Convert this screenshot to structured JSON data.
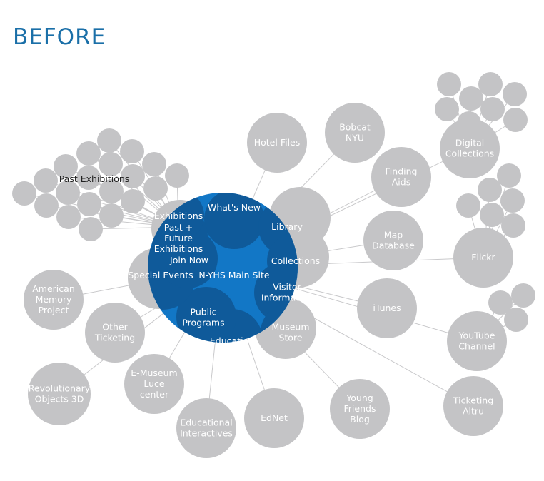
{
  "title": "BEFORE",
  "colors": {
    "title": "#1a6fa8",
    "node": "#c4c4c6",
    "line": "#c9c9cb",
    "main_fill": "#1277c6",
    "main_overlap": "#0f4f88",
    "label_light": "#ffffff",
    "label_dark": "#222222"
  },
  "main_site": {
    "label": "N-YHS Main Site",
    "sections": [
      {
        "id": "whats-new",
        "label": "What's New"
      },
      {
        "id": "library",
        "label": "Library"
      },
      {
        "id": "collections",
        "label": "Collections"
      },
      {
        "id": "visitor-information",
        "label": "Visitor Information"
      },
      {
        "id": "museum-store",
        "label": "Museum Store"
      },
      {
        "id": "education",
        "label": "Education"
      },
      {
        "id": "public-programs",
        "label": "Public Programs"
      },
      {
        "id": "special-events",
        "label": "Special Events"
      },
      {
        "id": "join-now",
        "label": "Join Now"
      },
      {
        "id": "exhibitions-past-future",
        "label": "Past + Future Exhibitions"
      },
      {
        "id": "exhibitions",
        "label": "Exhibitions"
      }
    ]
  },
  "sites": [
    {
      "id": "hotel-files",
      "label": "Hotel Files"
    },
    {
      "id": "bobcat-nyu",
      "label": "Bobcat NYU"
    },
    {
      "id": "finding-aids",
      "label": "Finding Aids"
    },
    {
      "id": "digital-collections",
      "label": "Digital Collections"
    },
    {
      "id": "map-database",
      "label": "Map Database"
    },
    {
      "id": "flickr",
      "label": "Flickr"
    },
    {
      "id": "itunes",
      "label": "iTunes"
    },
    {
      "id": "youtube-channel",
      "label": "YouTube Channel"
    },
    {
      "id": "ticketing-altru",
      "label": "Ticketing Altru"
    },
    {
      "id": "young-friends-blog",
      "label": "Young Friends Blog"
    },
    {
      "id": "ednet",
      "label": "EdNet"
    },
    {
      "id": "educational-interactives",
      "label": "Educational Interactives"
    },
    {
      "id": "e-museum-luce-center",
      "label": "E-Museum Luce center"
    },
    {
      "id": "revolutionary-objects-3d",
      "label": "Revolutionary Objects 3D"
    },
    {
      "id": "other-ticketing",
      "label": "Other Ticketing"
    },
    {
      "id": "american-memory-project",
      "label": "American Memory Project"
    },
    {
      "id": "past-exhibitions",
      "label": "Past Exhibitions"
    }
  ]
}
